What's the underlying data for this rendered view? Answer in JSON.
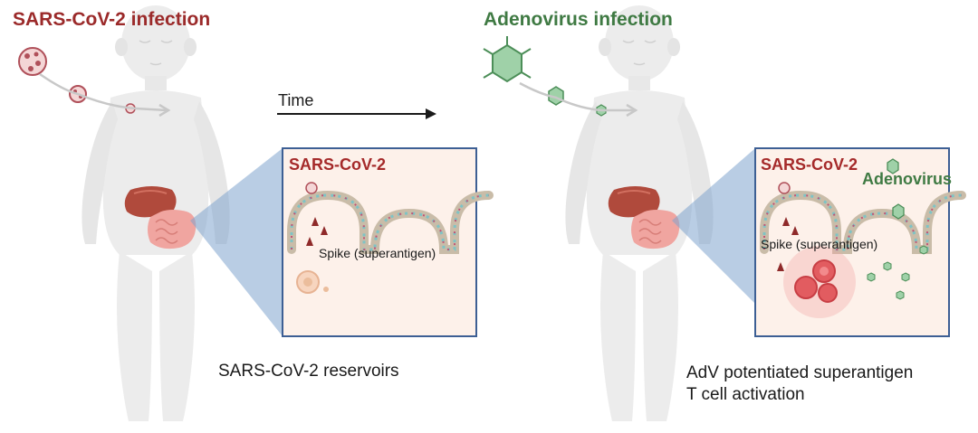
{
  "left_panel": {
    "title": "SARS-CoV-2 infection",
    "inset_label": "SARS-CoV-2",
    "spike_label": "Spike (superantigen)",
    "caption": "SARS-CoV-2 reservoirs"
  },
  "arrow": {
    "label": "Time"
  },
  "right_panel": {
    "title": "Adenovirus infection",
    "inset_label_virus": "SARS-CoV-2",
    "inset_label_adv": "Adenovirus",
    "spike_label": "Spike (superantigen)",
    "caption_line1": "AdV potentiated superantigen",
    "caption_line2": "T cell activation"
  },
  "colors": {
    "sars_red": "#9b2a2a",
    "adeno_green": "#3f7a43",
    "inset_border": "#3d5f94",
    "inset_fill": "#fdf1ea",
    "child_fill": "#ececec"
  }
}
